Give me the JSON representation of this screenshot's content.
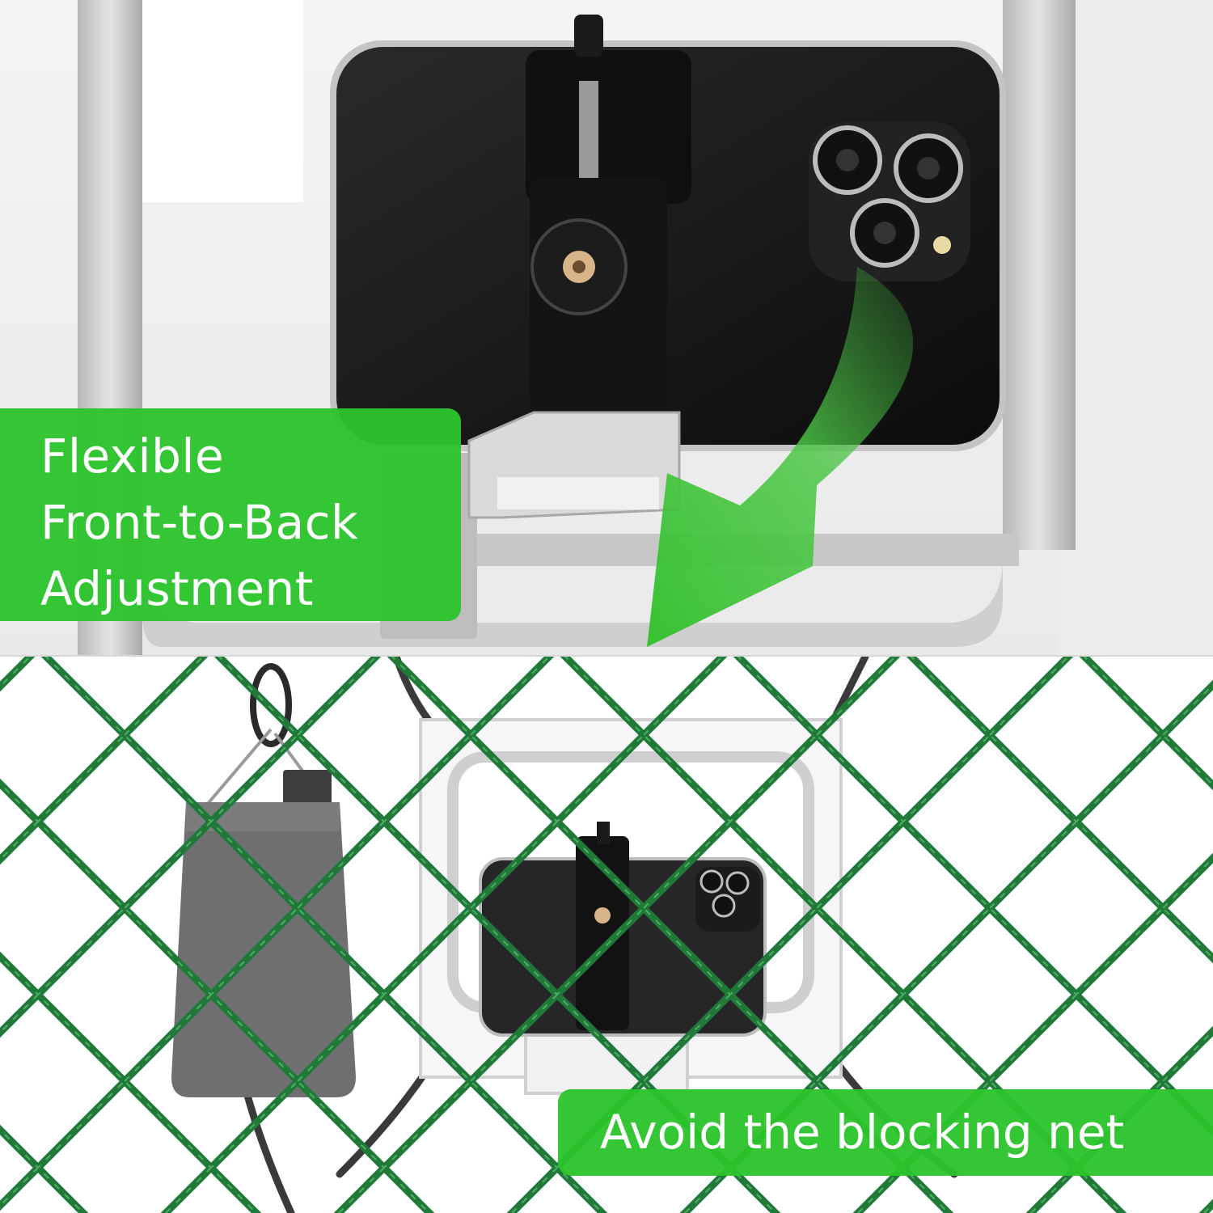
{
  "callouts": {
    "top": {
      "lines": [
        "Flexible",
        "Front-to-Back",
        "Adjustment"
      ]
    },
    "bottom": {
      "text": "Avoid the blocking net"
    }
  },
  "colors": {
    "callout_green": "#2cc42c",
    "arrow_green": "#3fc83a",
    "net_green": "#1f7a3a",
    "frame_silver": "#c9c9c9",
    "phone_black": "#151515",
    "bag_gray": "#6f6f6f"
  },
  "icons": [
    "phone-clamp-icon",
    "camera-module-icon",
    "carabiner-icon",
    "chain-link-net-icon",
    "adjustment-arrow-icon"
  ]
}
